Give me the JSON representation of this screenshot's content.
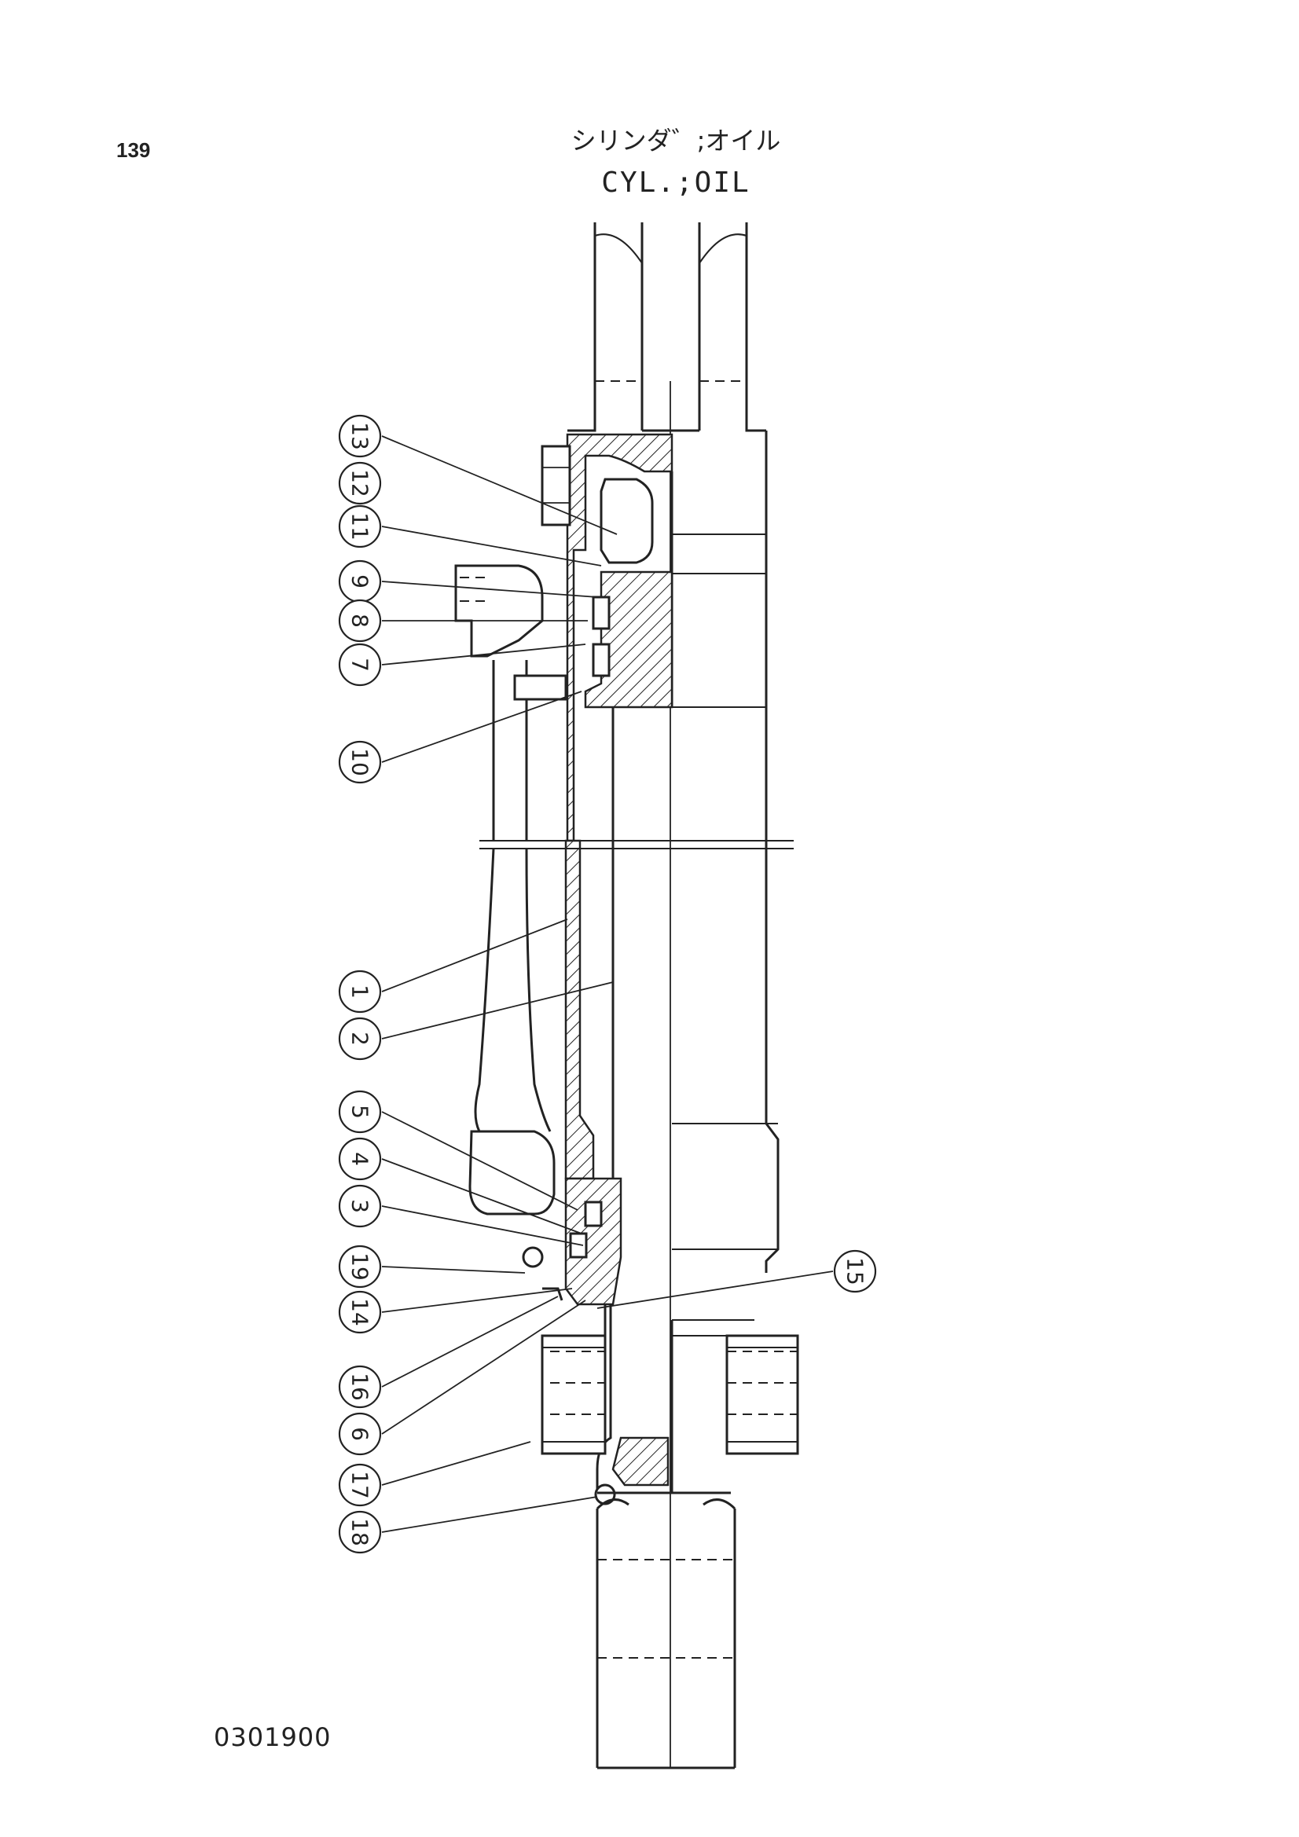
{
  "page_number": "139",
  "title_jp": "シリンダ゛;オイル",
  "title_en": "CYL.;OIL",
  "drawing_code": "0301900",
  "callouts": [
    {
      "id": "13",
      "label": "13"
    },
    {
      "id": "12",
      "label": "12"
    },
    {
      "id": "11",
      "label": "11"
    },
    {
      "id": "9",
      "label": "9"
    },
    {
      "id": "8",
      "label": "8"
    },
    {
      "id": "7",
      "label": "7"
    },
    {
      "id": "10",
      "label": "10"
    },
    {
      "id": "1",
      "label": "1"
    },
    {
      "id": "2",
      "label": "2"
    },
    {
      "id": "5",
      "label": "5"
    },
    {
      "id": "4",
      "label": "4"
    },
    {
      "id": "3",
      "label": "3"
    },
    {
      "id": "19",
      "label": "19"
    },
    {
      "id": "14",
      "label": "14"
    },
    {
      "id": "15",
      "label": "15"
    },
    {
      "id": "16",
      "label": "16"
    },
    {
      "id": "6",
      "label": "6"
    },
    {
      "id": "17",
      "label": "17"
    },
    {
      "id": "18",
      "label": "18"
    }
  ]
}
